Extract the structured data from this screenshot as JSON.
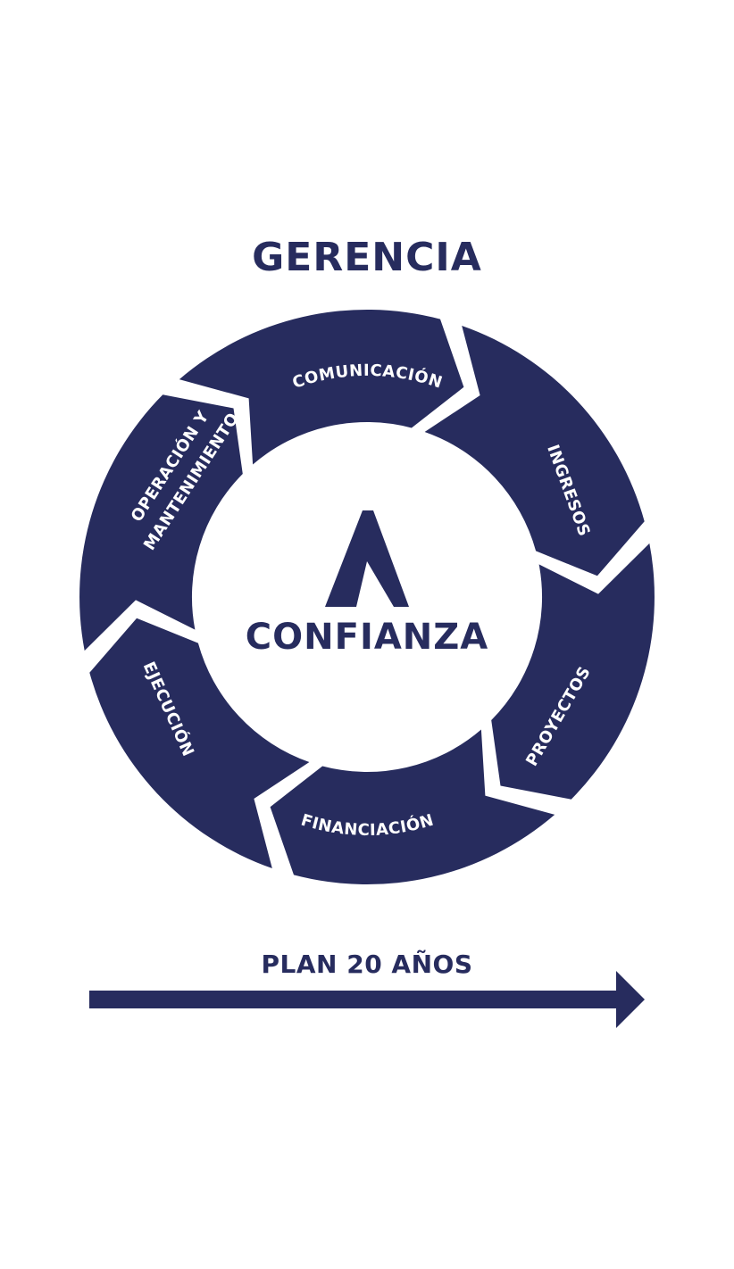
{
  "title": "GERENCIA",
  "center": {
    "label": "CONFIANZA",
    "logo_icon": "a-peak-logo-icon"
  },
  "cycle": {
    "segments": [
      {
        "id": "comunicacion",
        "label": "COMUNICACIÓN"
      },
      {
        "id": "ingresos",
        "label": "INGRESOS"
      },
      {
        "id": "proyectos",
        "label": "PROYECTOS"
      },
      {
        "id": "financiacion",
        "label": "FINANCIACIÓN"
      },
      {
        "id": "ejecucion",
        "label": "EJECUCIÓN"
      },
      {
        "id": "operacion",
        "label_lines": [
          "OPERACIÓN Y",
          "MANTENIMIENTO"
        ]
      }
    ]
  },
  "timeline": {
    "label": "PLAN 20 AÑOS",
    "icon": "arrow-right-icon"
  },
  "colors": {
    "navy": "#272c5e",
    "background": "#ffffff"
  }
}
